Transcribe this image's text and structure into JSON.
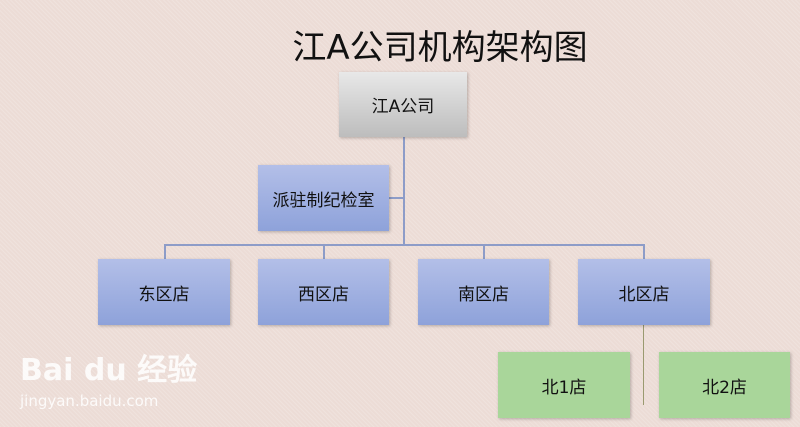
{
  "title": "江A公司机构架构图",
  "root": "江A公司",
  "assistant": "派驻制纪检室",
  "branches": [
    "东区店",
    "西区店",
    "南区店",
    "北区店"
  ],
  "sub_branches": [
    "北1店",
    "北2店"
  ],
  "watermark": {
    "logo": "Bai du 经验",
    "url": "jingyan.baidu.com"
  }
}
